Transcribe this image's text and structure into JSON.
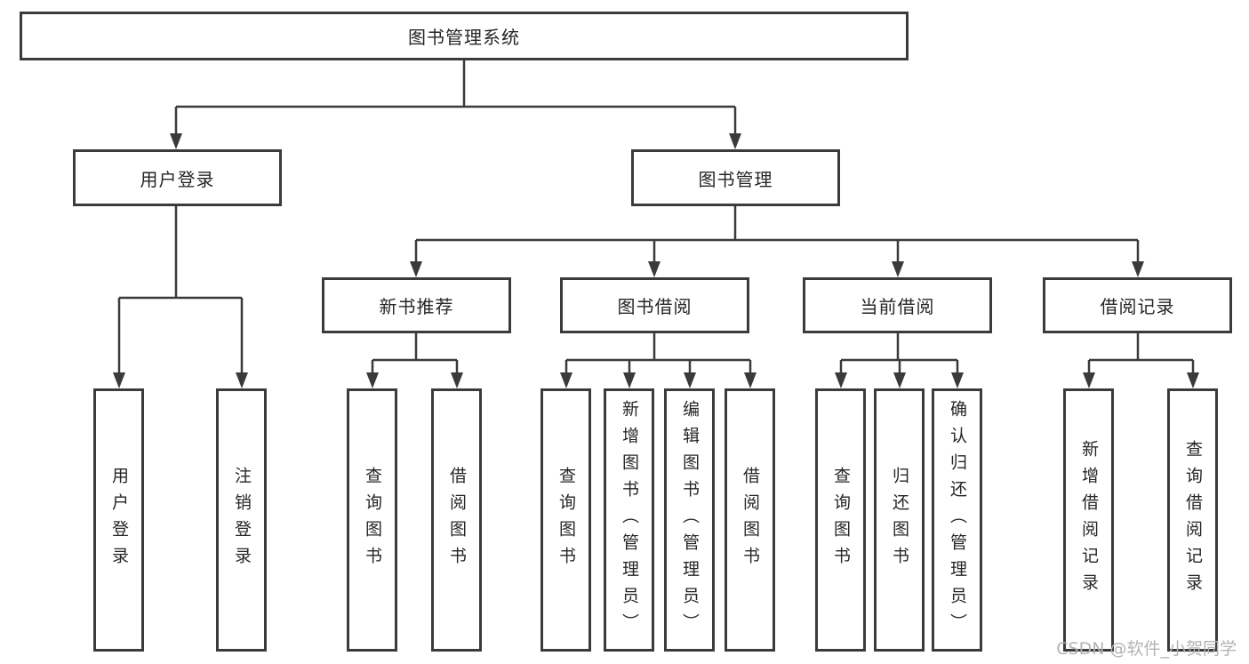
{
  "title": "图书管理系统",
  "watermark": "CSDN @软件_小贺同学",
  "colors": {
    "line": "#3a3a3a",
    "border": "#3b3b3b",
    "text": "#262626",
    "watermark": "#b3b3b3",
    "background": "#ffffff"
  },
  "tree": {
    "root": {
      "label": "图书管理系统"
    },
    "branches": [
      {
        "label": "用户登录",
        "children": [
          {
            "label": "用户登录"
          },
          {
            "label": "注销登录"
          }
        ]
      },
      {
        "label": "图书管理",
        "children": [
          {
            "label": "新书推荐",
            "children": [
              {
                "label": "查询图书"
              },
              {
                "label": "借阅图书"
              }
            ]
          },
          {
            "label": "图书借阅",
            "children": [
              {
                "label": "查询图书"
              },
              {
                "label": "新增图书（管理员）"
              },
              {
                "label": "编辑图书（管理员）"
              },
              {
                "label": "借阅图书"
              }
            ]
          },
          {
            "label": "当前借阅",
            "children": [
              {
                "label": "查询图书"
              },
              {
                "label": "归还图书"
              },
              {
                "label": "确认归还（管理员）"
              }
            ]
          },
          {
            "label": "借阅记录",
            "children": [
              {
                "label": "新增借阅记录"
              },
              {
                "label": "查询借阅记录"
              }
            ]
          }
        ]
      }
    ]
  }
}
